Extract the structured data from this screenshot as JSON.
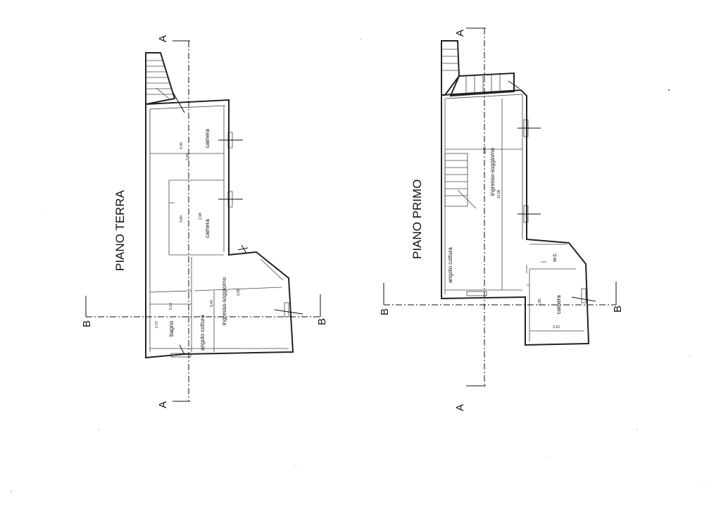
{
  "floors": [
    {
      "title": "PIANO TERRA",
      "rooms": [
        "camera",
        "camera",
        "ingresso-soggiorno",
        "angolo cottura",
        "bagno"
      ],
      "dimensions": [
        "4,40",
        "3,40",
        "4,80",
        "2,98",
        "5,40",
        "2,95",
        "5,10",
        "2,70"
      ],
      "section_marks": {
        "a_top": "A",
        "a_bottom": "A",
        "b_left": "B",
        "b_right": "B"
      }
    },
    {
      "title": "PIANO PRIMO",
      "rooms": [
        "ingresso-soggiorno",
        "angolo cottura",
        "w.c.",
        "camera"
      ],
      "dimensions": [
        "3,45",
        "10,96",
        "2,85",
        "3,10"
      ],
      "section_marks": {
        "a_top": "A",
        "a_bottom": "A",
        "b_left": "B",
        "b_right": "B"
      }
    }
  ],
  "colors": {
    "line": "#222222",
    "background": "#ffffff"
  }
}
